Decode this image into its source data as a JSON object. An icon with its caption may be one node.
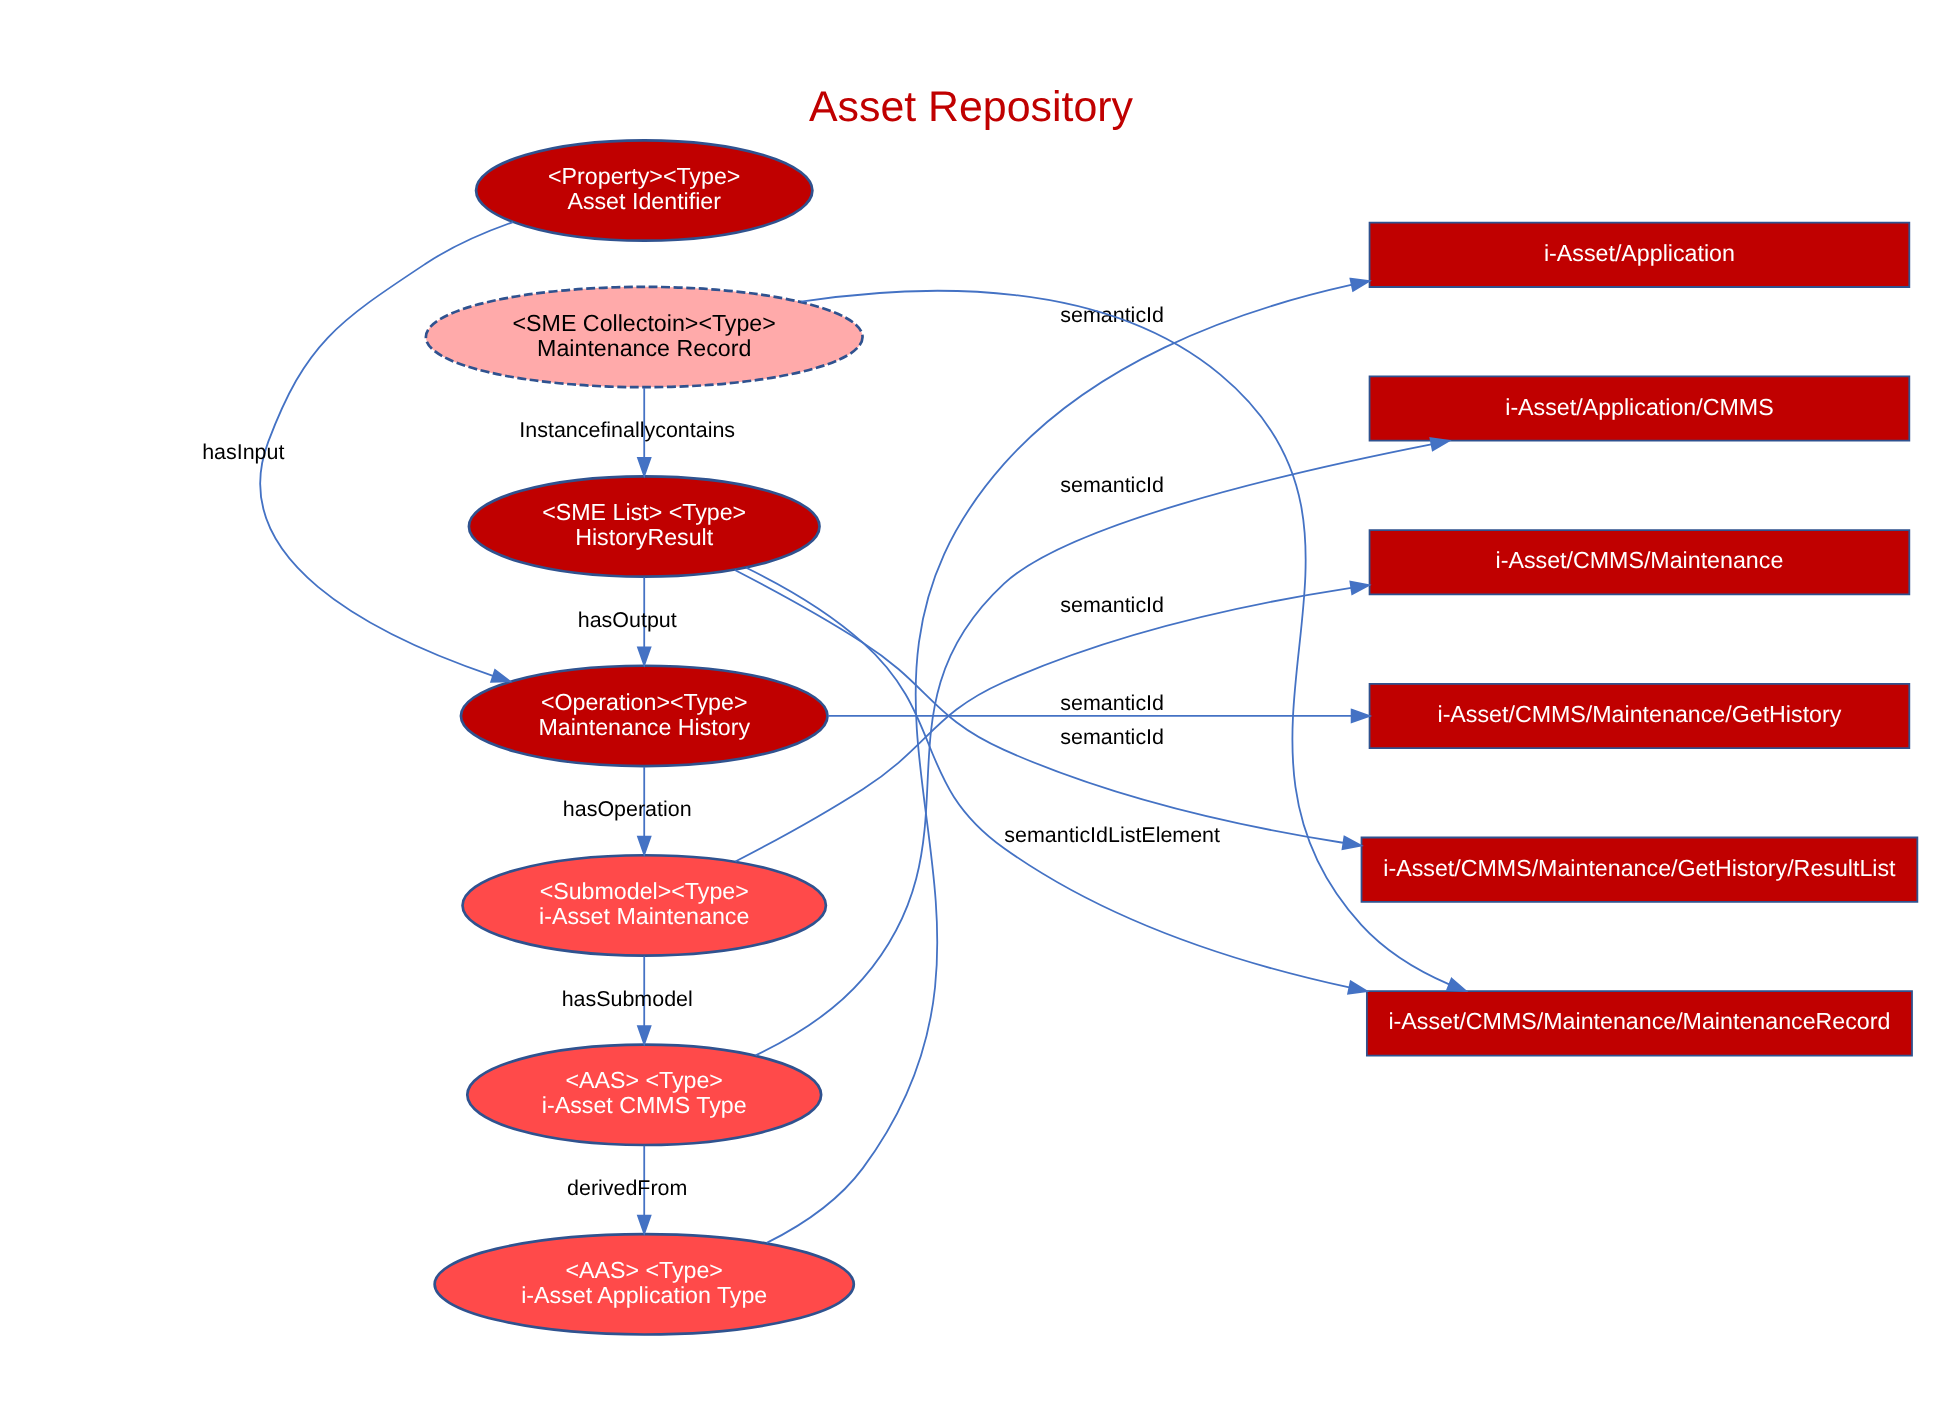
{
  "diagram": {
    "title": "Asset Repository",
    "nodes": [
      {
        "text": [
          "<AAS> <Type>",
          "i-Asset Application Type"
        ]
      },
      {
        "text": [
          "<AAS> <Type>",
          "i-Asset CMMS Type"
        ]
      },
      {
        "text": [
          "<Submodel><Type>",
          "i-Asset Maintenance"
        ]
      },
      {
        "text": [
          "<Operation><Type>",
          "Maintenance History"
        ]
      },
      {
        "text": [
          "<Property><Type>",
          "Asset Identifier"
        ]
      },
      {
        "text": [
          "<SME List> <Type>",
          "HistoryResult"
        ]
      },
      {
        "text": [
          "<SME Collectoin><Type>",
          "Maintenance Record"
        ]
      },
      {
        "text": [
          "i-Asset/Application"
        ]
      },
      {
        "text": [
          "i-Asset/Application/CMMS"
        ]
      },
      {
        "text": [
          "i-Asset/CMMS/Maintenance"
        ]
      },
      {
        "text": [
          "i-Asset/CMMS/Maintenance/GetHistory"
        ]
      },
      {
        "text": [
          "i-Asset/CMMS/Maintenance/GetHistory/ResultList"
        ]
      },
      {
        "text": [
          "i-Asset/CMMS/Maintenance/MaintenanceRecord"
        ]
      }
    ],
    "edges": [
      {
        "from": 0,
        "to": 7,
        "arrow": "to",
        "label": "semanticId"
      },
      {
        "from": 1,
        "to": 0,
        "arrow": "to",
        "label": "derivedFrom"
      },
      {
        "from": 1,
        "to": 8,
        "arrow": "to",
        "label": "semanticId"
      },
      {
        "from": 2,
        "to": 1,
        "arrow": "to",
        "label": "hasSubmodel"
      },
      {
        "from": 2,
        "to": 9,
        "arrow": "to",
        "label": "semanticId"
      },
      {
        "from": 3,
        "to": 2,
        "arrow": "to",
        "label": "hasOperation"
      },
      {
        "from": 3,
        "to": 10,
        "arrow": "to",
        "label": "semanticId"
      },
      {
        "from": 4,
        "to": 3,
        "arrow": "to",
        "label": "hasInput"
      },
      {
        "from": 5,
        "to": 3,
        "arrow": "to",
        "label": "hasOutput"
      },
      {
        "from": 5,
        "to": 11,
        "arrow": "to",
        "label": "semanticId"
      },
      {
        "from": 5,
        "to": 12,
        "arrow": "to",
        "label": "semanticIdListElement"
      },
      {
        "from": 6,
        "to": 5,
        "arrow": "to",
        "label": "Instancefinallycontains"
      },
      {
        "from": 6,
        "to": 12,
        "arrow": "to"
      }
    ]
  }
}
